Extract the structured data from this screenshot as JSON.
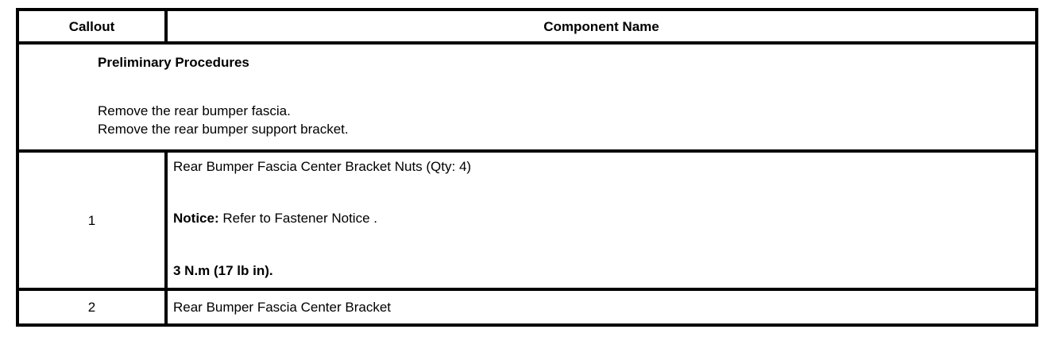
{
  "table": {
    "header": {
      "callout": "Callout",
      "component": "Component Name"
    },
    "preliminary": {
      "title": "Preliminary Procedures",
      "steps": [
        "Remove the rear bumper fascia.",
        "Remove the rear bumper support bracket."
      ]
    },
    "rows": [
      {
        "callout": "1",
        "name": "Rear Bumper Fascia Center Bracket Nuts (Qty: 4)",
        "notice_label": "Notice:",
        "notice_text": " Refer to Fastener Notice .",
        "torque": "3 N.m (17 lb in)."
      },
      {
        "callout": "2",
        "name": "Rear Bumper Fascia Center Bracket"
      }
    ]
  }
}
